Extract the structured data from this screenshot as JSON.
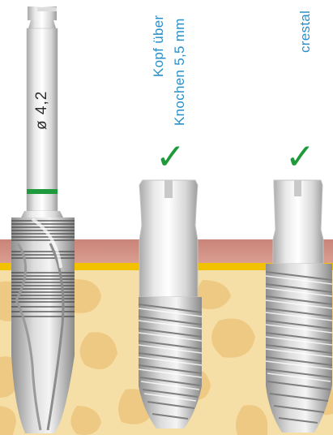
{
  "drill": {
    "diameter_label": "ø 4,2",
    "marker_color": "#1e9a3c"
  },
  "labels": {
    "implant_1": {
      "line1": "Kopf über",
      "line2": "Knochen 5,5 mm"
    },
    "implant_2": {
      "line1": "crestal"
    }
  },
  "icons": {
    "check": "✓"
  },
  "colors": {
    "label_blue": "#2a8fc8",
    "check_green": "#1f9a3a",
    "gum": "#d9968a",
    "bone_line": "#f2c200",
    "bone": "#f5dfa6",
    "bone_spots": "#eec983"
  }
}
